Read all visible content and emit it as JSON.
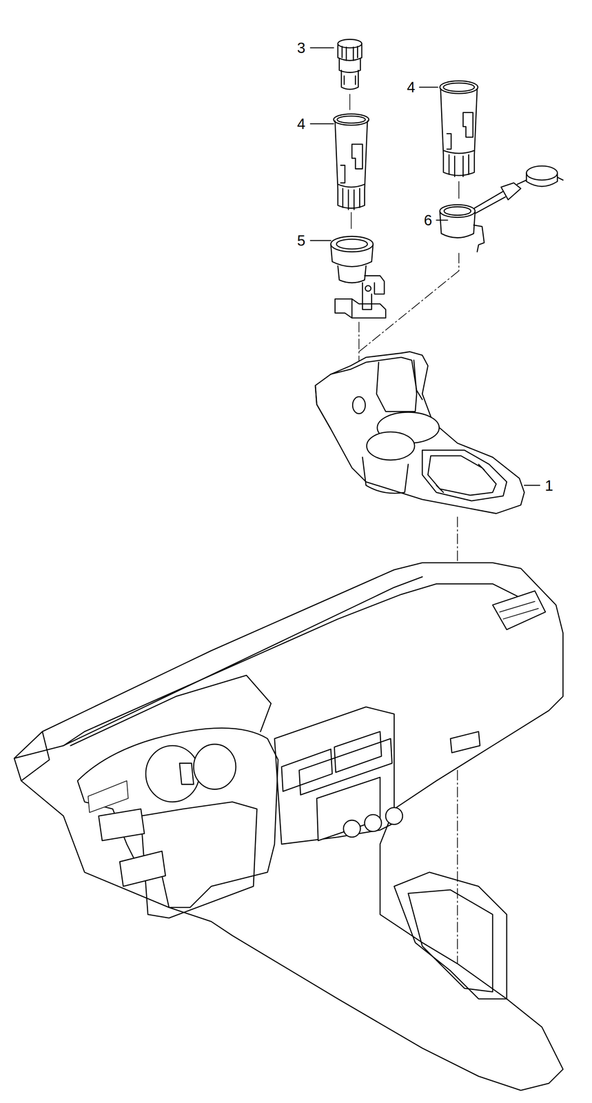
{
  "diagram": {
    "labels": [
      "3",
      "4",
      "4",
      "6",
      "5",
      "1"
    ]
  }
}
